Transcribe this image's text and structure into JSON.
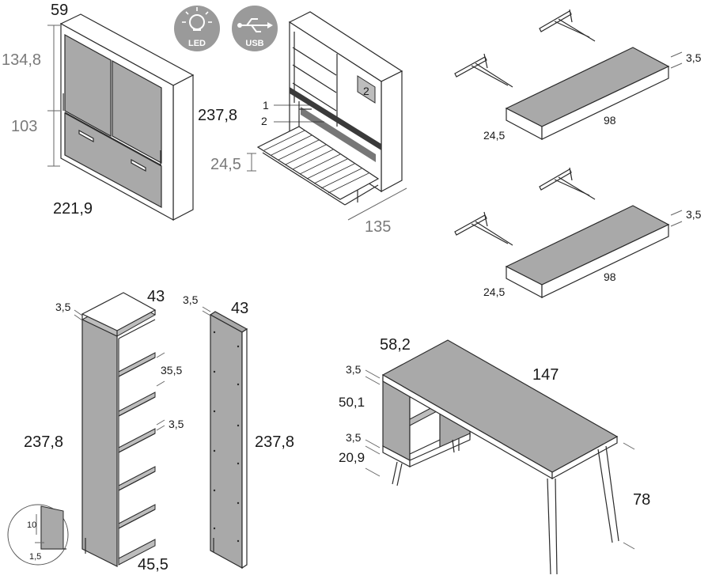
{
  "wall_bed_unit": {
    "depth": "59",
    "upper_height": "134,8",
    "lower_height": "103",
    "height": "237,8",
    "width": "221,9",
    "icons": {
      "led_label": "LED",
      "usb_label": "USB",
      "icon_color": "#9a9a9a"
    }
  },
  "bed_detail": {
    "callout_1": "1",
    "callout_2": "2",
    "compartment_2": "2",
    "bed_height": "24,5",
    "bed_width": "135"
  },
  "shelf_top": {
    "length": "98",
    "depth": "24,5",
    "thickness": "3,5"
  },
  "shelf_bottom": {
    "length": "98",
    "depth": "24,5",
    "thickness": "3,5"
  },
  "bookcase": {
    "top_thickness": "3,5",
    "depth": "43",
    "shelf_spacing": "35,5",
    "shelf_thickness": "3,5",
    "height": "237,8",
    "base_width": "45,5",
    "detail_10": "10",
    "detail_1_5": "1,5"
  },
  "side_panel": {
    "thickness": "3,5",
    "depth": "43",
    "height": "237,8"
  },
  "desk": {
    "depth": "58,2",
    "width": "147",
    "top_thickness": "3,5",
    "cube_height": "50,1",
    "shelf_thickness": "3,5",
    "base_height": "20,9",
    "height": "78"
  }
}
